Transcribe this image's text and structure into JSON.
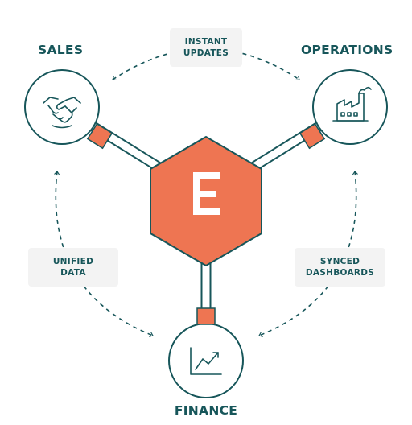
{
  "nodes": {
    "sales": {
      "label": "SALES",
      "icon": "handshake-icon"
    },
    "operations": {
      "label": "OPERATIONS",
      "icon": "factory-icon"
    },
    "finance": {
      "label": "FINANCE",
      "icon": "line-chart-icon"
    }
  },
  "hub": {
    "icon": "logo-icon"
  },
  "flows": {
    "instant_updates": {
      "line1": "INSTANT",
      "line2": "UPDATES"
    },
    "unified_data": {
      "line1": "UNIFIED",
      "line2": "DATA"
    },
    "synced_dashboards": {
      "line1": "SYNCED",
      "line2": "DASHBOARDS"
    }
  },
  "colors": {
    "teal": "#17565a",
    "orange": "#ee7552",
    "pill_bg": "#f3f3f3",
    "background": "#ffffff"
  }
}
